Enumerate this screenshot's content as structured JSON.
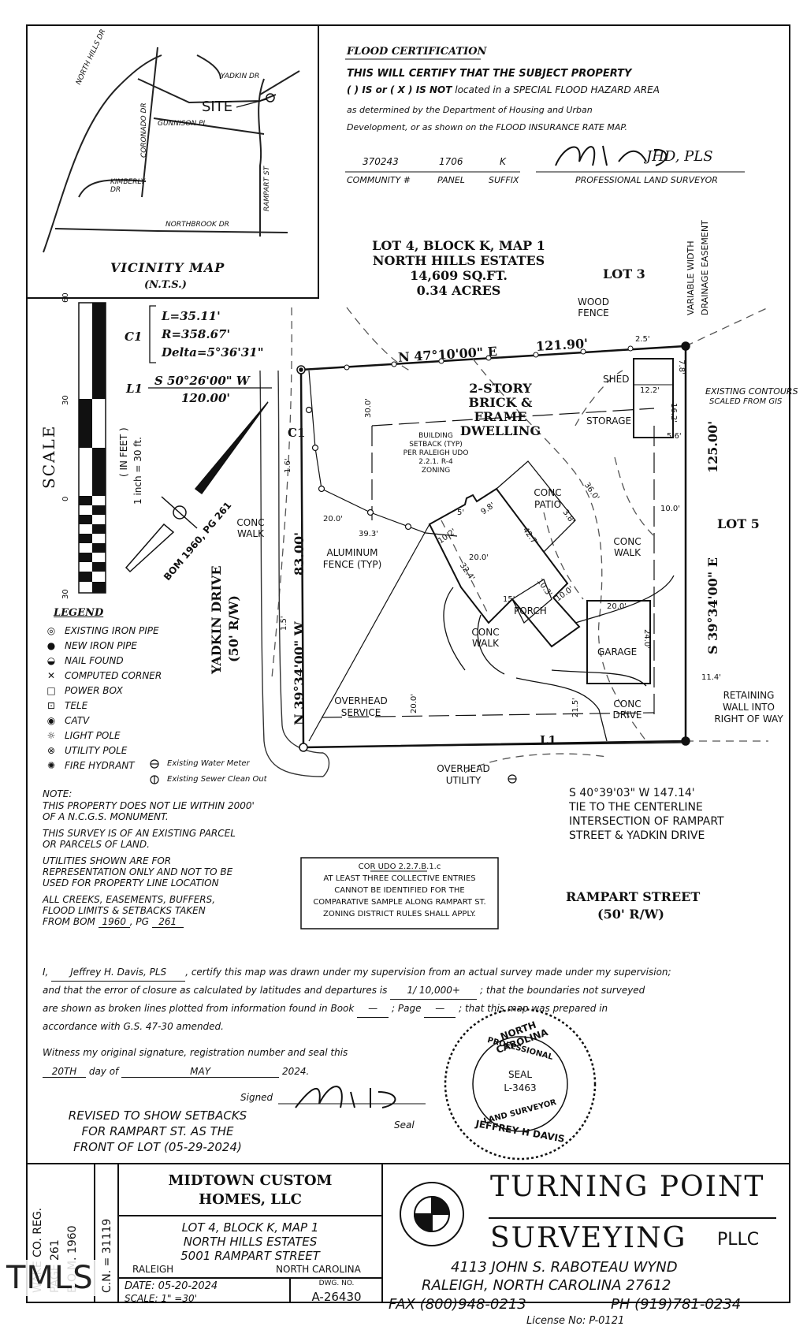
{
  "vicinity_map": {
    "title": "VICINITY MAP",
    "subtitle": "(N.T.S.)",
    "site_label": "SITE",
    "streets": [
      "NORTH HILLS DR",
      "YADKIN DR",
      "CORONADO DR",
      "GUNNISON PL",
      "KIMBERLY DR",
      "RAMPART ST",
      "NORTHBROOK DR"
    ]
  },
  "flood": {
    "heading": "FLOOD CERTIFICATION",
    "line1": "THIS WILL CERTIFY THAT THE SUBJECT PROPERTY",
    "line2_a": "(    ) IS or ( X ) IS NOT",
    "line2_b": "located in a SPECIAL FLOOD HAZARD AREA",
    "line3": "as determined by the Department of Housing and Urban",
    "line4": "Development, or as shown on the FLOOD INSURANCE RATE MAP.",
    "community": "370243",
    "panel": "1706",
    "suffix": "K",
    "community_label": "COMMUNITY #",
    "panel_label": "PANEL",
    "suffix_label": "SUFFIX",
    "surveyor_label": "PROFESSIONAL LAND SURVEYOR",
    "signature": "JHD, PLS"
  },
  "lot_info": {
    "line1": "LOT 4, BLOCK K, MAP 1",
    "line2": "NORTH HILLS ESTATES",
    "line3": "14,609 SQ.FT.",
    "line4": "0.34 ACRES"
  },
  "plan": {
    "lot3": "LOT 3",
    "lot5": "LOT 5",
    "wood_fence": "WOOD FENCE",
    "easement_1": "VARIABLE WIDTH",
    "easement_2": "DRAINAGE EASEMENT",
    "contours_1": "EXISTING CONTOURS",
    "contours_2": "SCALED FROM GIS",
    "north_line": "N 47°10'00\" E",
    "north_dist": "121.90'",
    "east_line": "S 39°34'00\" E",
    "east_dist": "125.00'",
    "west_line": "N 39°34'00\" W",
    "west_dist": "83.00'",
    "curve_label": "C1",
    "curve_L": "L=35.11'",
    "curve_R": "R=358.67'",
    "curve_D": "Delta=5°36'31\"",
    "line_label": "L1",
    "line_bearing": "S 50°26'00\" W",
    "line_dist": "120.00'",
    "dwelling_1": "2-STORY",
    "dwelling_2": "BRICK & FRAME",
    "dwelling_3": "DWELLING",
    "shed": "SHED",
    "storage": "STORAGE",
    "setback_1": "BUILDING",
    "setback_2": "SETBACK (TYP)",
    "setback_3": "PER RALEIGH UDO",
    "setback_4": "2.2.1. R-4",
    "setback_5": "ZONING",
    "conc_patio_1": "CONC",
    "conc_patio_2": "PATIO",
    "conc_walk": "CONC WALK",
    "conc_drive": "CONC DRIVE",
    "porch": "PORCH",
    "garage": "GARAGE",
    "aluminum_fence_1": "ALUMINUM",
    "aluminum_fence_2": "FENCE (TYP)",
    "overhead_service_1": "OVERHEAD",
    "overhead_service_2": "SERVICE",
    "overhead_utility_1": "OVERHEAD",
    "overhead_utility_2": "UTILITY",
    "retaining_1": "RETAINING",
    "retaining_2": "WALL INTO",
    "retaining_3": "RIGHT OF WAY",
    "yadkin_1": "YADKIN DRIVE",
    "yadkin_2": "(50' R/W)",
    "rampart_1": "RAMPART STREET",
    "rampart_2": "(50' R/W)",
    "tie_1": "S 40°39'03\"  W     147.14'",
    "tie_2": "TIE TO THE CENTERLINE",
    "tie_3": "INTERSECTION OF RAMPART",
    "tie_4": "STREET & YADKIN DRIVE",
    "bom": "BOM 1960, PG 261",
    "dims": [
      "20.0'",
      "39.3'",
      "30.0'",
      "10.2'",
      "5'",
      "9.8'",
      "42.7'",
      "3.8'",
      "36.0'",
      "10.0'",
      "5.6'",
      "7.8'",
      "12.2'",
      "16.2'",
      "2.5'",
      "32.4'",
      "15'",
      "10.3'",
      "10.0'",
      "20.0'",
      "24.0'",
      "11.4'",
      "20.0'",
      "21.5'",
      "20.0'",
      "1.6'",
      "1.5'"
    ]
  },
  "scale": {
    "label": "SCALE",
    "unit_1": "( IN FEET )",
    "unit_2": "1 inch = 30 ft.",
    "ticks": [
      "60",
      "30",
      "0",
      "30"
    ]
  },
  "legend": {
    "title": "LEGEND",
    "items": [
      {
        "icon": "existing-iron-pipe",
        "label": "EXISTING IRON PIPE"
      },
      {
        "icon": "new-iron-pipe",
        "label": "NEW IRON PIPE"
      },
      {
        "icon": "nail-found",
        "label": "NAIL FOUND"
      },
      {
        "icon": "computed-corner",
        "label": "COMPUTED CORNER"
      },
      {
        "icon": "power-box",
        "label": "POWER BOX"
      },
      {
        "icon": "tele",
        "label": "TELE"
      },
      {
        "icon": "catv",
        "label": "CATV"
      },
      {
        "icon": "light-pole",
        "label": "LIGHT POLE"
      },
      {
        "icon": "utility-pole",
        "label": "UTILITY POLE"
      },
      {
        "icon": "fire-hydrant",
        "label": "FIRE HYDRANT"
      }
    ],
    "water_meter": "Existing Water Meter",
    "sewer_cleanout": "Existing Sewer Clean Out"
  },
  "notes": {
    "heading": "NOTE:",
    "n1": "THIS PROPERTY DOES NOT LIE WITHIN 2000' OF A N.C.G.S. MONUMENT.",
    "n2": "THIS SURVEY IS OF AN EXISTING PARCEL OR PARCELS OF LAND.",
    "n3": "UTILITIES SHOWN ARE FOR REPRESENTATION ONLY AND NOT TO BE USED FOR PROPERTY LINE LOCATION",
    "n4_a": "ALL CREEKS, EASEMENTS, BUFFERS, FLOOD LIMITS & SETBACKS TAKEN FROM BOM",
    "n4_bom": "1960",
    "n4_pg_label": ", PG",
    "n4_pg": "261"
  },
  "udo_box": {
    "title": "COR UDO 2.2.7.B.1.c",
    "l1": "AT LEAST THREE COLLECTIVE ENTRIES",
    "l2": "CANNOT BE IDENTIFIED FOR THE",
    "l3": "COMPARATIVE SAMPLE ALONG RAMPART ST.",
    "l4": "ZONING DISTRICT RULES SHALL APPLY."
  },
  "certification": {
    "i": "I,",
    "name": "Jeffrey H. Davis, PLS",
    "t1": ", certify this map was drawn under  my supervision from an actual survey made under my supervision;",
    "t2": "and that the error of closure as calculated by latitudes and departures is",
    "closure": "1/ 10,000+",
    "t3": "; that the boundaries not surveyed",
    "t4": "are shown as broken lines plotted from information found in Book",
    "book": "—",
    "t5": "; Page",
    "page": "—",
    "t6": "; that this map was prepared in",
    "t7": "accordance with G.S. 47-30 amended.",
    "w1": "Witness my original signature, registration number and seal this",
    "day": "20TH",
    "day_of": "day of",
    "month": "MAY",
    "year": "2024.",
    "signed": "Signed",
    "seal_label": "Seal",
    "revised_1": "REVISED TO SHOW SETBACKS",
    "revised_2": "FOR RAMPART ST. AS THE",
    "revised_3": "FRONT OF LOT (05-29-2024)"
  },
  "seal": {
    "top": "NORTH CAROLINA",
    "mid": "PROFESSIONAL",
    "seal": "SEAL",
    "number": "L-3463",
    "bottom1": "LAND SURVEYOR",
    "bottom2": "JEFFREY H DAVIS"
  },
  "title_block": {
    "cn": "C.N. = 31119",
    "bom": "B.O.M. 1960",
    "page": "PAGE  261",
    "county": "WAKE  CO. REG.",
    "client_1": "MIDTOWN CUSTOM",
    "client_2": "HOMES, LLC",
    "prop_1": "LOT 4, BLOCK K, MAP 1",
    "prop_2": "NORTH HILLS ESTATES",
    "prop_3": "5001 RAMPART STREET",
    "city": "RALEIGH",
    "state": "NORTH CAROLINA",
    "date": "DATE: 05-20-2024",
    "scale": "SCALE: 1\" =30'",
    "dwg_label": "DWG. NO.",
    "dwg": "A-26430",
    "company_1": "TURNING POINT",
    "company_2": "SURVEYING",
    "company_3": "PLLC",
    "addr_1": "4113 JOHN S. RABOTEAU WYND",
    "addr_2": "RALEIGH, NORTH CAROLINA    27612",
    "fax": "FAX (800)948-0213",
    "ph": "PH (919)781-0234",
    "license": "License No: P-0121"
  },
  "watermark": "TMLS"
}
